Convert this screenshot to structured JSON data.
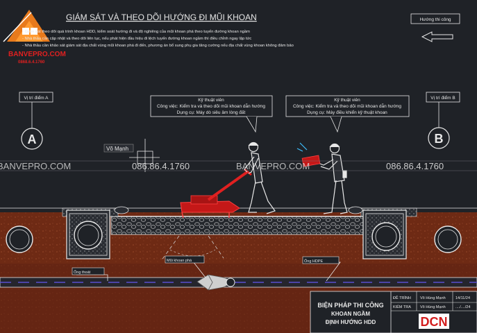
{
  "title": "GIÁM SÁT VÀ THEO DÕI HƯỚNG ĐI MŨI KHOAN",
  "notes": [
    "- Giám sát theo dõi quá trình khoan HDD, kiểm soát hướng đi và độ nghiêng của mũi khoan phá theo tuyến đường khoan ngầm",
    "- Nhà thầu cần cập nhật và theo dõi liên tục, nếu phát hiện đầu hiệu đi lệch tuyến đường khoan ngầm thì điều chỉnh ngay lập tức",
    "- Nhà thầu cần khảo sát giám sát địa chất vùng mũi khoan phá đi đến, phương án bổ sung phụ gia tăng cường nếu địa chất vùng khoan không đảm bảo"
  ],
  "logo": {
    "brand": "BANVEPRO.COM",
    "phone": "0868.6.4.1760"
  },
  "direction_label": "Hướng thi công",
  "watermark": {
    "site": "BANVEPRO.COM",
    "phone": "086.86.4.1760"
  },
  "point_a": {
    "label": "Vị trí điểm A",
    "letter": "A"
  },
  "point_b": {
    "label": "Vị trí điểm B",
    "letter": "B"
  },
  "tech_left": {
    "title": "Kỹ thuật viên",
    "line1": "Công việc: Kiểm tra và theo dõi mũi khoan dẫn hướng",
    "line2": "Dụng cụ: Máy dò siêu âm lòng đất"
  },
  "tech_right": {
    "title": "Kỹ thuật viên",
    "line1": "Công việc: Kiểm tra và theo dõi mũi khoan dẫn hướng",
    "line2": "Dụng cụ: Máy điều khiển kỹ thuật khoan"
  },
  "signature": "Võ Mạnh",
  "labels": {
    "ong_thoat": "Ống thoát",
    "mui_khoan": "Mũi khoan phá",
    "ong_hdpe": "Ống HDPE"
  },
  "title_block": {
    "line1": "BIỆN PHÁP THI CÔNG",
    "line2": "KHOAN NGẦM",
    "line3": "ĐỊNH HƯỚNG HDD",
    "rows": [
      {
        "role": "ĐỀ TRÌNH",
        "name": "Võ Hùng Mạnh",
        "date": "14/11/24"
      },
      {
        "role": "KIỂM TRA",
        "name": "Võ Hùng Mạnh",
        "date": "..../..../24"
      }
    ],
    "company": "DCN"
  },
  "colors": {
    "accent_red": "#e02020",
    "pipe_purple": "#5a4fd0",
    "soil": "#7a3018",
    "box_red": "#d21e1e"
  }
}
